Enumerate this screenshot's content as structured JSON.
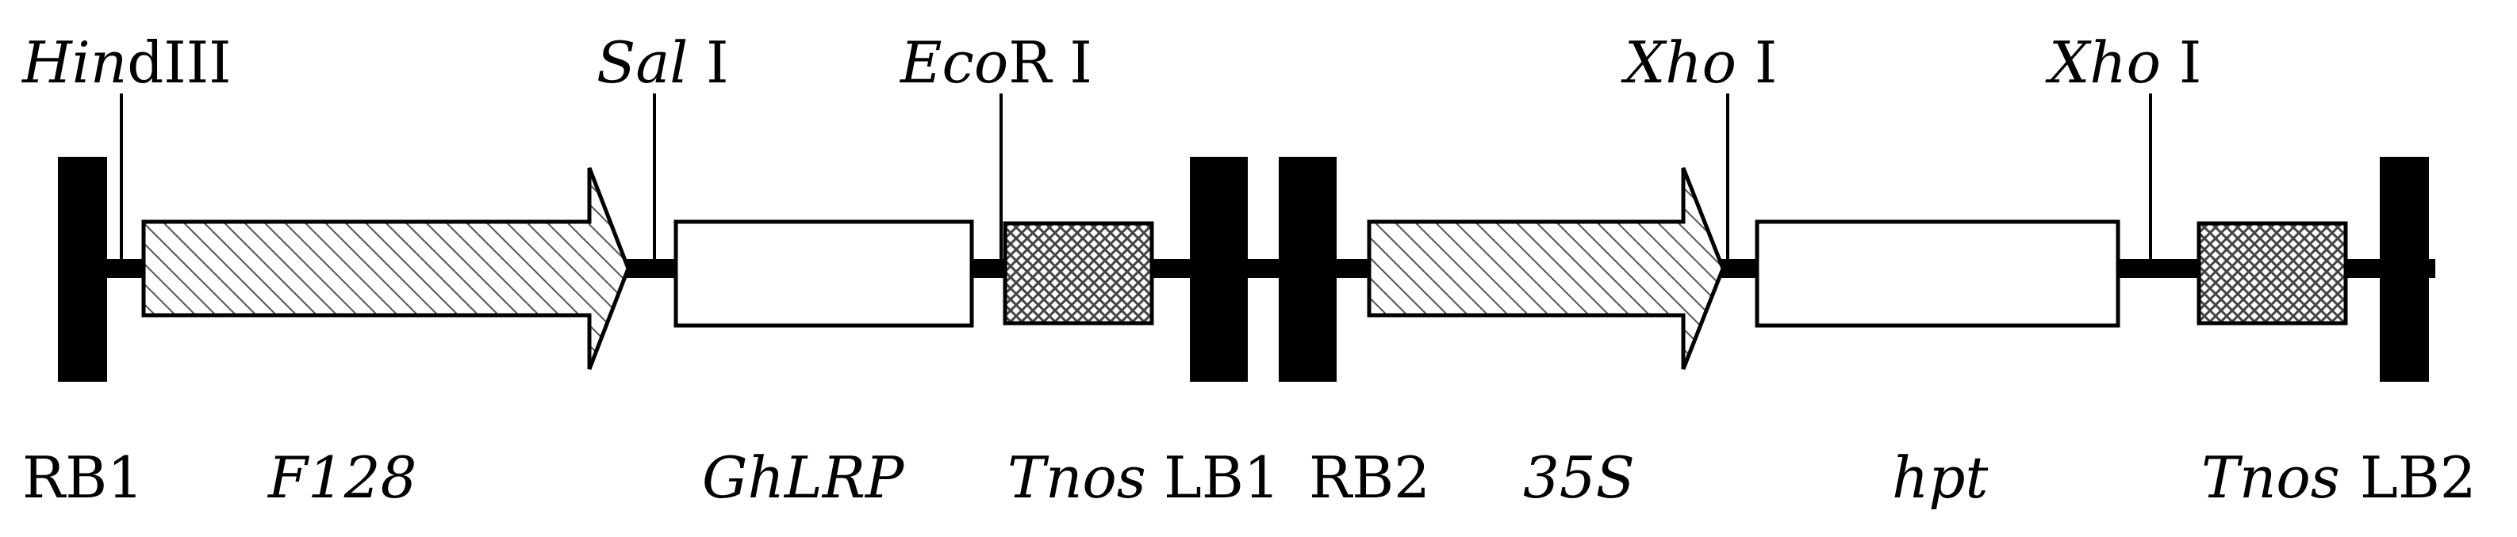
{
  "restriction_sites": [
    {
      "italic": "Hin",
      "roman": "dIII"
    },
    {
      "italic": "Sal",
      "roman": " I"
    },
    {
      "italic": "Eco",
      "roman": "R I"
    },
    {
      "italic": "Xho",
      "roman": " I"
    },
    {
      "italic": "Xho",
      "roman": " I"
    }
  ],
  "elements": [
    {
      "label": "RB1",
      "kind": "border",
      "italic": false
    },
    {
      "label": "F128",
      "kind": "promoter",
      "italic": true
    },
    {
      "label": "GhLRP",
      "kind": "gene",
      "italic": true
    },
    {
      "label": "Tnos",
      "kind": "terminator",
      "italic": true
    },
    {
      "label": "LB1",
      "kind": "border",
      "italic": false
    },
    {
      "label": "RB2",
      "kind": "border",
      "italic": false
    },
    {
      "label": "35S",
      "kind": "promoter",
      "italic": true
    },
    {
      "label": "hpt",
      "kind": "gene",
      "italic": true
    },
    {
      "label": "Tnos",
      "kind": "terminator",
      "italic": true
    },
    {
      "label": "LB2",
      "kind": "border",
      "italic": false
    }
  ],
  "colors": {
    "ink": "#000000",
    "fill": "#ffffff",
    "hatch": "#555555"
  }
}
